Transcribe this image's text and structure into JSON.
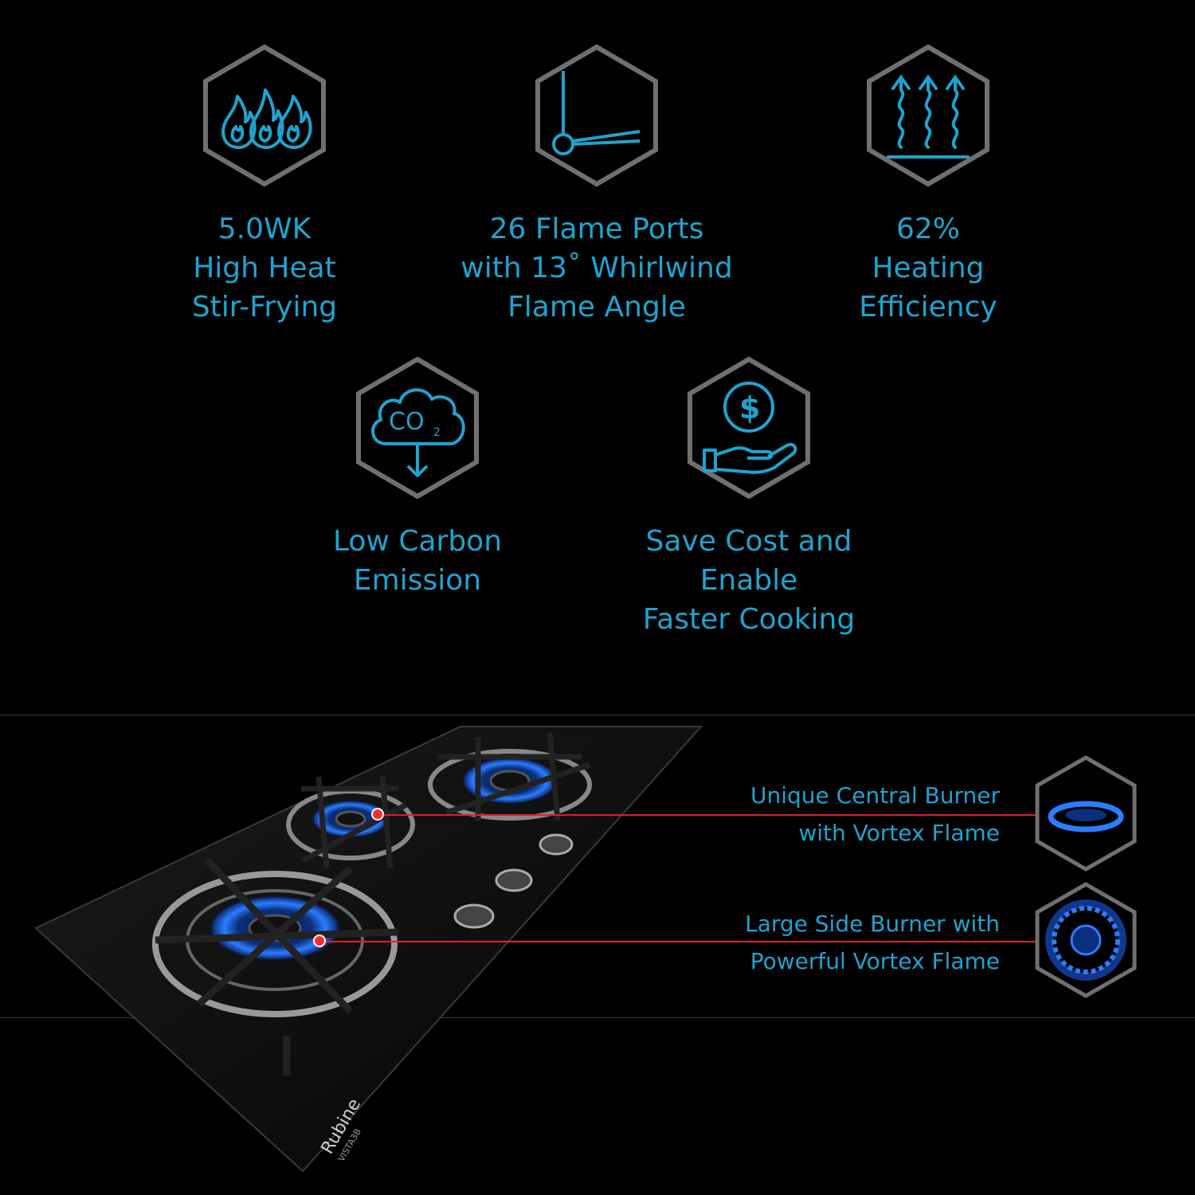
{
  "colors": {
    "accent": "#1fa3cf",
    "hex_border": "#707070",
    "pointer": "#e11d2a",
    "background": "#000000"
  },
  "features": [
    {
      "icon": "flames-icon",
      "lines": [
        "5.0WK",
        "High Heat",
        "Stir-Frying"
      ]
    },
    {
      "icon": "flame-angle-icon",
      "lines": [
        "26 Flame Ports",
        "with 13˚ Whirlwind",
        "Flame Angle"
      ]
    },
    {
      "icon": "heat-waves-icon",
      "lines": [
        "62%",
        "Heating",
        "Efficiency"
      ]
    },
    {
      "icon": "co2-cloud-icon",
      "lines": [
        "Low Carbon",
        "Emission"
      ]
    },
    {
      "icon": "dollar-hand-icon",
      "lines": [
        "Save Cost and",
        "Enable",
        "Faster Cooking"
      ]
    }
  ],
  "co2_text": "CO",
  "co2_sub": "2",
  "dollar_sign": "$",
  "brand": {
    "name": "Rubine",
    "model": "VISTA3B"
  },
  "callouts": [
    {
      "lines": [
        "Unique Central Burner",
        "with Vortex Flame"
      ],
      "icon": "vortex-flame-side-icon"
    },
    {
      "lines": [
        "Large Side Burner with",
        "Powerful Vortex Flame"
      ],
      "icon": "vortex-flame-top-icon"
    }
  ]
}
